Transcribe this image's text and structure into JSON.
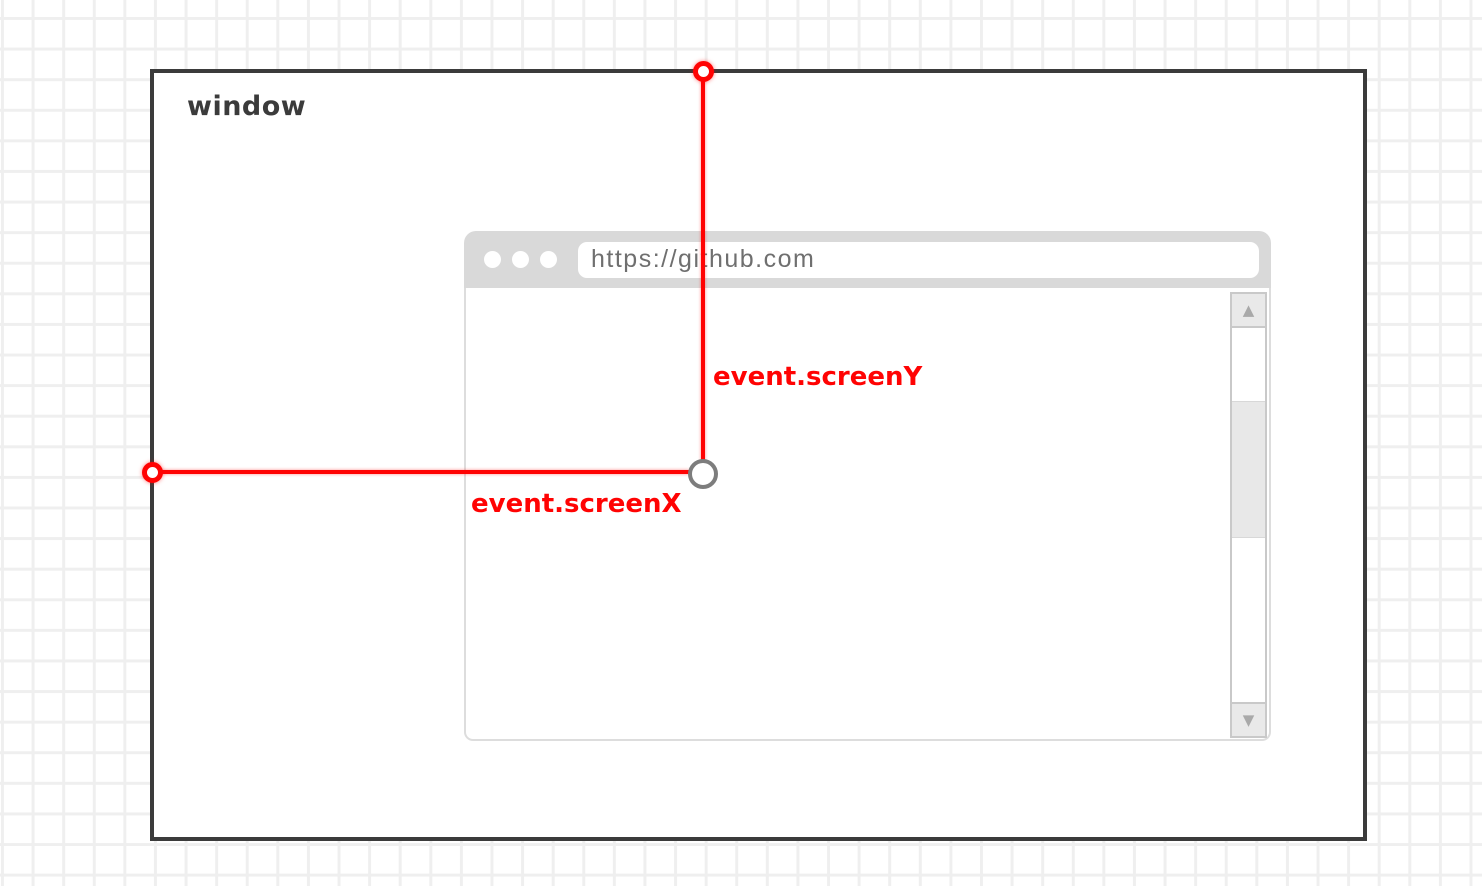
{
  "window": {
    "label": "window"
  },
  "browser": {
    "url": "https://github.com",
    "scrollbar": {
      "up_icon": "▲",
      "down_icon": "▼"
    }
  },
  "annotations": {
    "screen_y": "event.screenY",
    "screen_x": "event.screenX"
  },
  "colors": {
    "annotation_red": "#ff0303",
    "window_border": "#3b3b3b",
    "chrome_gray": "#d9d9d9",
    "url_text_gray": "#6f6f6f",
    "point_ring_gray": "#7d7d7d",
    "scrollbar_border": "#c9c9c9",
    "grid_line": "#efefef"
  }
}
